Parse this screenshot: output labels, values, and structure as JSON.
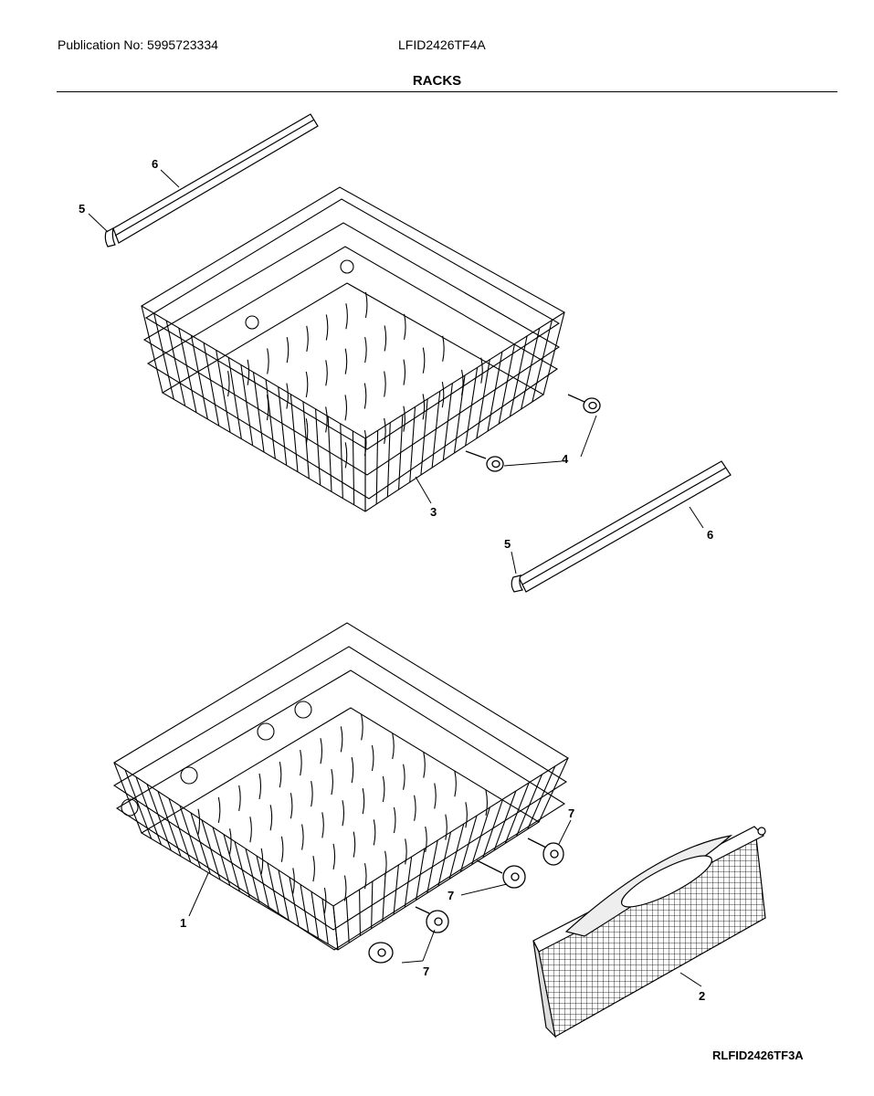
{
  "header": {
    "publication": "Publication No: 5995723334",
    "model": "LFID2426TF4A",
    "title": "RACKS"
  },
  "footer": {
    "diagram_code": "RLFID2426TF3A"
  },
  "callouts": {
    "c1": "1",
    "c2": "2",
    "c3": "3",
    "c4": "4",
    "c5a": "5",
    "c5b": "5",
    "c6a": "6",
    "c6b": "6",
    "c7a": "7",
    "c7b": "7",
    "c7c": "7"
  }
}
